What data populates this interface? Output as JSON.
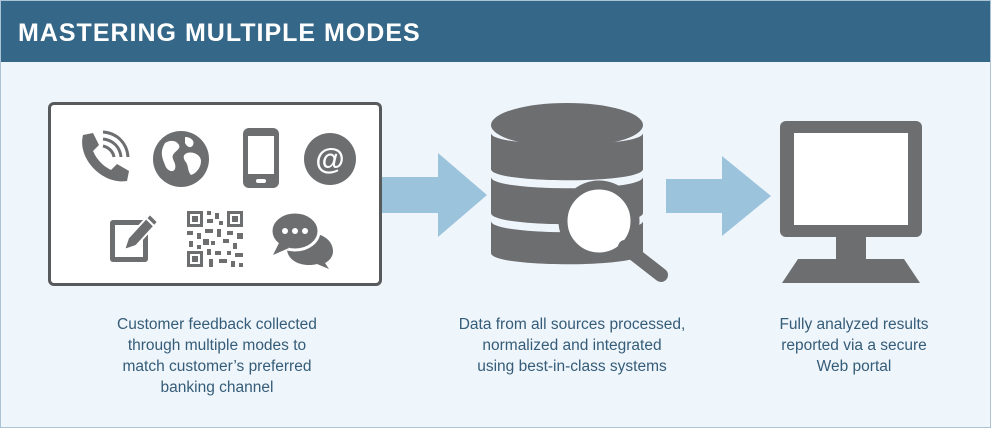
{
  "header": {
    "title": "MASTERING MULTIPLE MODES"
  },
  "colors": {
    "header_bg": "#356788",
    "panel_bg": "#eef5fb",
    "icon_gray": "#6d6e70",
    "arrow_blue": "#9cc3dc",
    "caption_text": "#355c78"
  },
  "modes": {
    "icons": [
      "phone-icon",
      "globe-icon",
      "mobile-icon",
      "email-at-icon",
      "edit-form-icon",
      "qr-code-icon",
      "chat-bubbles-icon"
    ]
  },
  "steps": [
    {
      "icon": "database-search-icon",
      "caption": [
        "Customer feedback collected",
        "through multiple modes to",
        "match customer’s preferred",
        "banking channel"
      ]
    },
    {
      "icon": "database-search-icon",
      "caption": [
        "Data from all sources processed,",
        "normalized and integrated",
        "using best-in-class systems"
      ]
    },
    {
      "icon": "monitor-icon",
      "caption": [
        "Fully analyzed results",
        "reported via a secure",
        "Web portal"
      ]
    }
  ]
}
